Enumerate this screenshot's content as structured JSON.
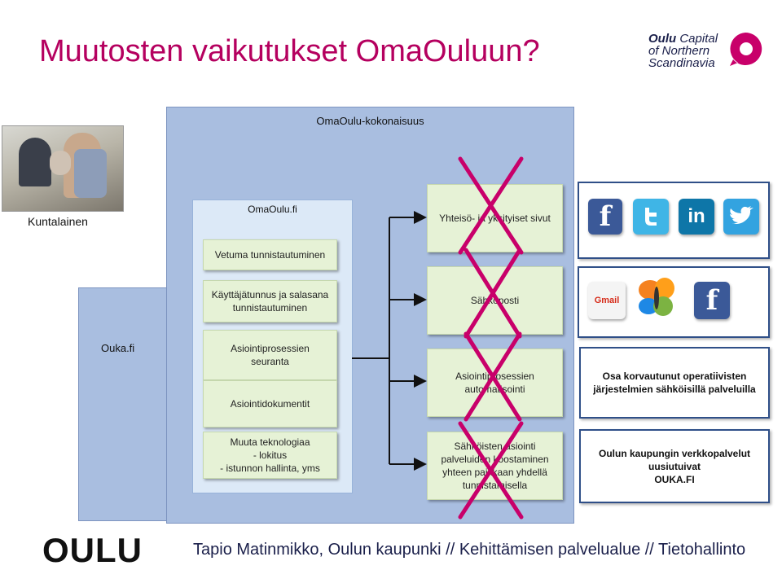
{
  "title": "Muutosten vaikutukset OmaOuluun?",
  "logo": {
    "line1_bold": "Oulu",
    "line1_rest": "Capital",
    "line2": "of Northern",
    "line3": "Scandinavia"
  },
  "labels": {
    "kuntalainen": "Kuntalainen",
    "ouka": "Ouka.fi"
  },
  "outer": {
    "title": "OmaOulu-kokonaisuus"
  },
  "inner": {
    "title": "OmaOulu.fi"
  },
  "left_boxes": [
    "Vetuma tunnistautuminen",
    "Käyttäjätunnus ja salasana\ntunnistautuminen",
    "Asiointiprosessien\nseuranta",
    "Asiointidokumentit",
    "Muuta teknologiaa\n- lokitus\n- istunnon hallinta, yms"
  ],
  "right_boxes": [
    "Yhteisö- ja yksityiset sivut",
    "Sähköposti",
    "Asiointiprosessien\nautomatisointi",
    "Sähköisten asiointi\npalveluiden koostaminen\nyhteen paikkaan yhdellä\ntunnistamisella"
  ],
  "info_boxes": [
    "Osa korvautunut operatiivisten\njärjestelmien sähköisillä palveluilla",
    "Oulun kaupungin verkkopalvelut\nuusiutuivat\nOUKA.FI"
  ],
  "icons": {
    "row1": [
      "facebook-icon",
      "twitter-icon",
      "linkedin-icon",
      "twitter-bird-icon"
    ],
    "row2": [
      "gmail-icon",
      "msn-butterfly-icon",
      "facebook-icon"
    ],
    "glyphs": {
      "facebook": "f",
      "linkedin": "in",
      "gmail": "Gmail"
    }
  },
  "colors": {
    "title": "#b5005f",
    "cross": "#c8006a",
    "outer_box": "#a9bee0",
    "green_box": "#e6f2d6"
  },
  "footer": "Tapio Matinmikko, Oulun kaupunki // Kehittämisen palvelualue // Tietohallinto",
  "oulu_logo": "OULU"
}
